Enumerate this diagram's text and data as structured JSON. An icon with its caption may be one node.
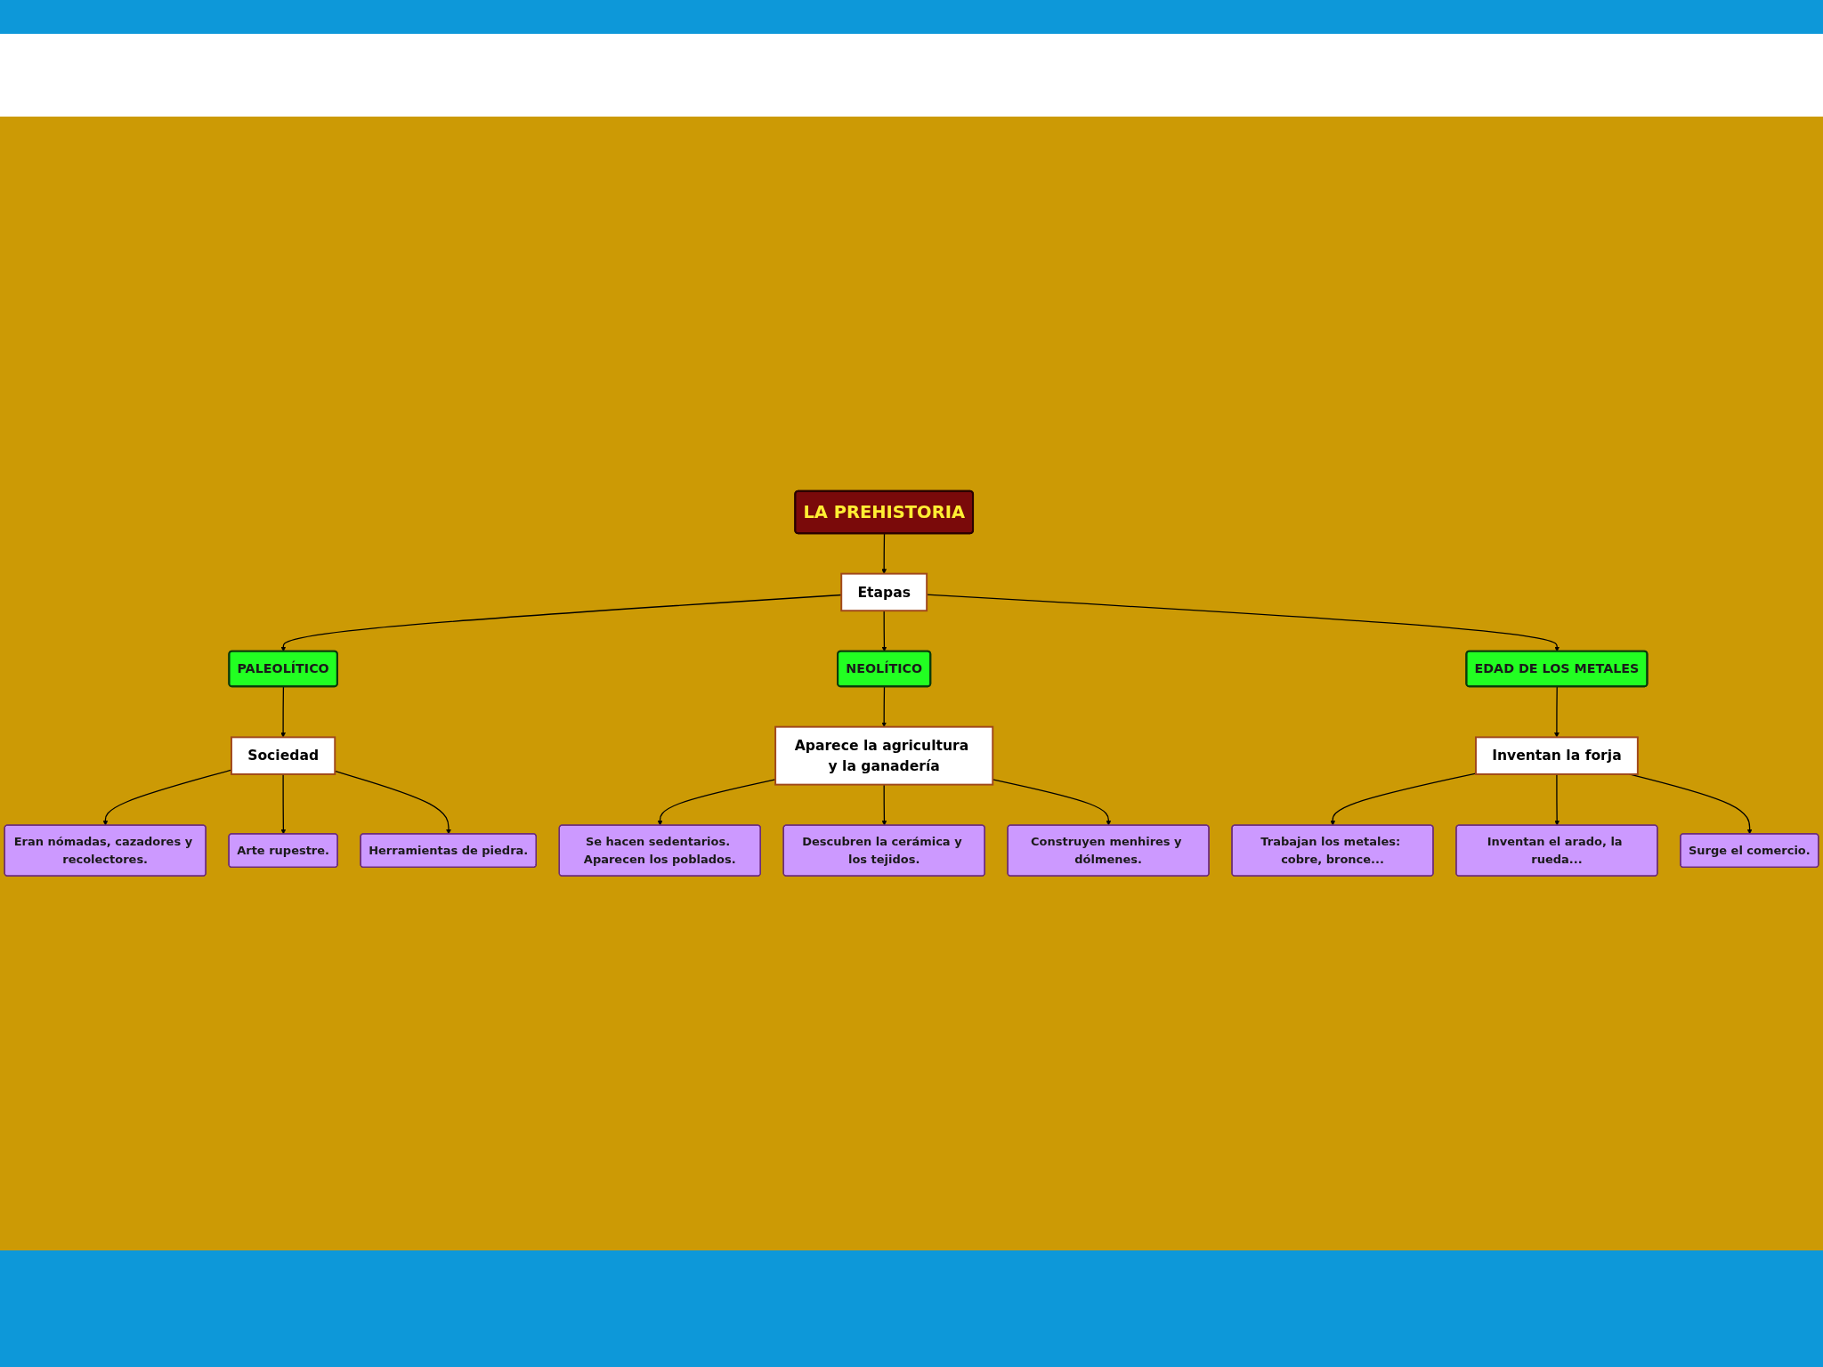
{
  "diagram": {
    "nodes": [
      {
        "text": [
          "LA PREHISTORIA"
        ]
      },
      {
        "text": [
          "Etapas"
        ]
      },
      {
        "text": [
          "PALEOLÍTICO"
        ]
      },
      {
        "text": [
          "NEOLÍTICO"
        ]
      },
      {
        "text": [
          "EDAD DE LOS METALES"
        ]
      },
      {
        "text": [
          "Sociedad"
        ]
      },
      {
        "text": [
          "Eran nómadas, cazadores y recolectores."
        ]
      },
      {
        "text": [
          "Arte rupestre."
        ]
      },
      {
        "text": [
          "Herramientas de piedra."
        ]
      },
      {
        "text": [
          "Aparece la agricultura y la ganadería"
        ]
      },
      {
        "text": [
          "Se hacen sedentarios. Aparecen los poblados."
        ]
      },
      {
        "text": [
          "Descubren la cerámica y los tejidos."
        ]
      },
      {
        "text": [
          "Construyen menhires y dólmenes."
        ]
      },
      {
        "text": [
          "Inventan la forja"
        ]
      },
      {
        "text": [
          "Trabajan los metales: cobre, bronce..."
        ]
      },
      {
        "text": [
          "Inventan el arado, la rueda..."
        ]
      },
      {
        "text": [
          "Surge el comercio."
        ]
      }
    ],
    "edges": [
      {
        "from": 0,
        "to": 1,
        "arrow": "to"
      },
      {
        "from": 1,
        "to": 2,
        "arrow": "to"
      },
      {
        "from": 1,
        "to": 3,
        "arrow": "to"
      },
      {
        "from": 1,
        "to": 4,
        "arrow": "to"
      },
      {
        "from": 2,
        "to": 5,
        "arrow": "to"
      },
      {
        "from": 5,
        "to": 6,
        "arrow": "to"
      },
      {
        "from": 5,
        "to": 7,
        "arrow": "to"
      },
      {
        "from": 5,
        "to": 8,
        "arrow": "to"
      },
      {
        "from": 3,
        "to": 9,
        "arrow": "to"
      },
      {
        "from": 9,
        "to": 10,
        "arrow": "to"
      },
      {
        "from": 9,
        "to": 11,
        "arrow": "to"
      },
      {
        "from": 9,
        "to": 12,
        "arrow": "to"
      },
      {
        "from": 4,
        "to": 13,
        "arrow": "to"
      },
      {
        "from": 13,
        "to": 14,
        "arrow": "to"
      },
      {
        "from": 13,
        "to": 15,
        "arrow": "to"
      },
      {
        "from": 13,
        "to": 16,
        "arrow": "to"
      }
    ]
  }
}
